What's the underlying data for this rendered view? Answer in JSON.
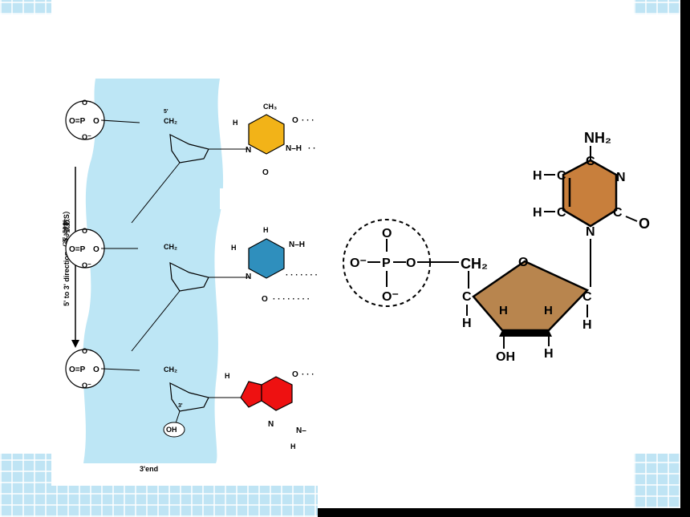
{
  "left_diagram": {
    "direction_label": "5' to 3' direction（逐∂號數S）",
    "bottom_label": "3'end",
    "prime5_label": "5'",
    "prime3_label": "3'",
    "phosphate": {
      "top": "O⁻",
      "left": "O=P",
      "right": "O",
      "bottom": "O⁻"
    },
    "ch2": "CH₂",
    "oh": "OH",
    "thymine": {
      "ch3": "CH₃",
      "h": "H",
      "n": "N",
      "o": "O",
      "nh": "N–H"
    },
    "cytosine": {
      "h": "H",
      "n": "N",
      "o": "O",
      "nh2": "N–H"
    },
    "guanine": {
      "h": "H",
      "n": "N",
      "o": "O",
      "nh": "N–"
    },
    "colors": {
      "thymine": "#f2b318",
      "cytosine": "#2f8fbd",
      "guanine": "#ee1111",
      "backbone": "#bde6f5"
    }
  },
  "right_diagram": {
    "nh2": "NH₂",
    "ch2": "CH₂",
    "oh": "OH",
    "h": "H",
    "c": "C",
    "n": "N",
    "o": "O",
    "p": "P",
    "o_minus": "O⁻",
    "colors": {
      "base": "#c87f3c",
      "sugar": "#b8854e"
    }
  }
}
